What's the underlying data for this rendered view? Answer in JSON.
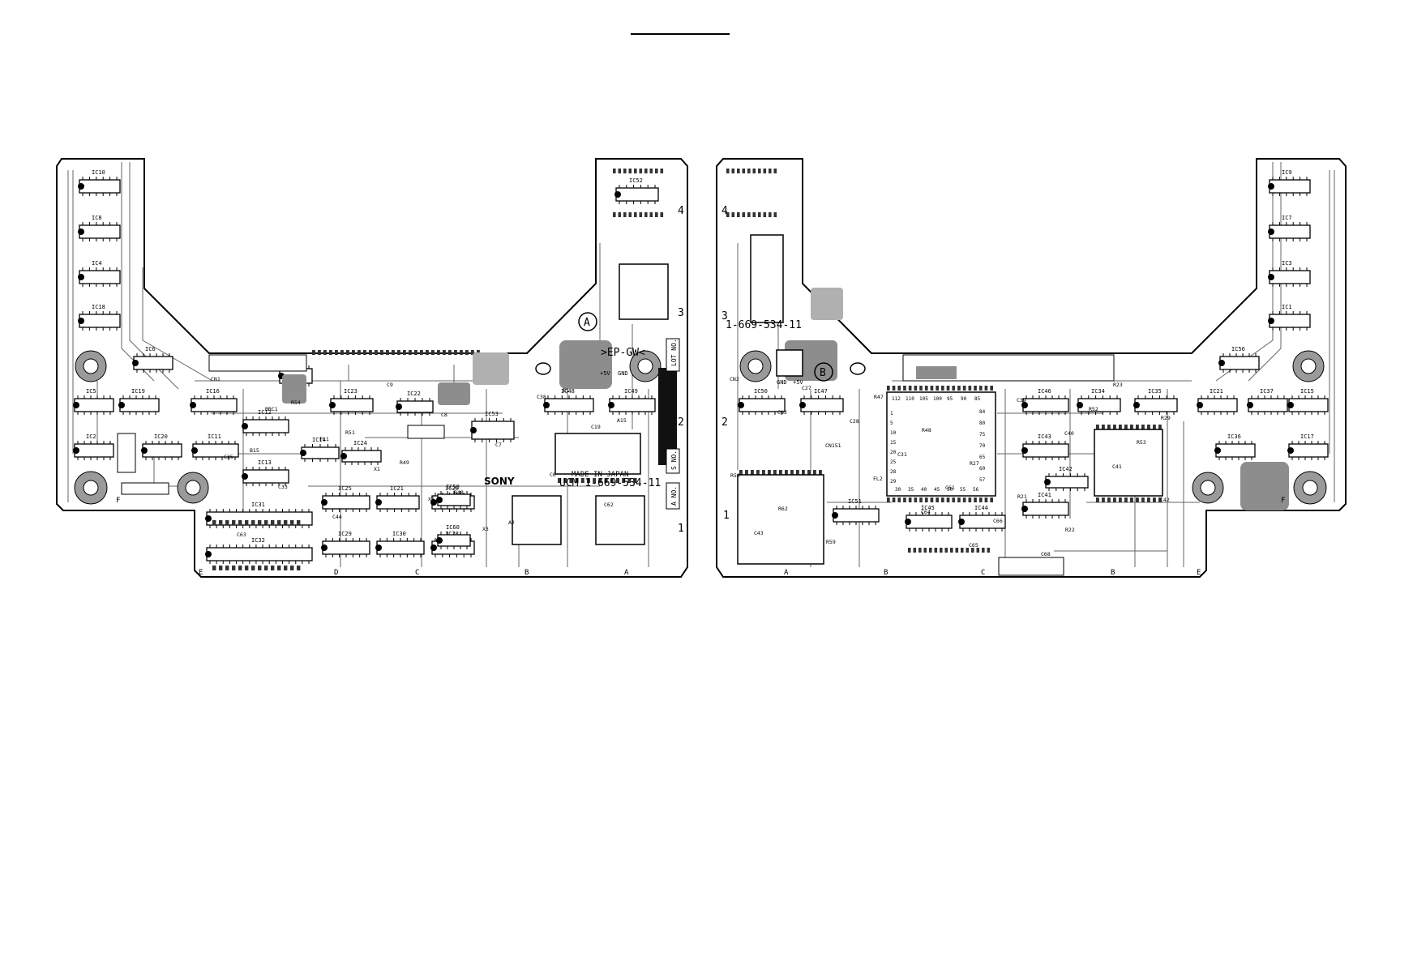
{
  "board_a": {
    "circle_label": "A",
    "sony_label": "SONY",
    "made_in": "MADE IN JAPAN",
    "part_number": "UCM 1-669-534-11",
    "ep_label": ">EP-GW<",
    "power_labels": [
      "+5V",
      "GND"
    ],
    "lot_no": "LOT NO.",
    "s_no": "S NO.",
    "a_no": "A NO.",
    "edge_numbers": [
      "4",
      "3",
      "2",
      "1"
    ],
    "edge_letters": [
      "E",
      "D",
      "C",
      "B",
      "A",
      "F"
    ],
    "chips": [
      "IC10",
      "IC8",
      "IC4",
      "IC18",
      "IC6",
      "IC5",
      "IC19",
      "IC20",
      "IC2",
      "IC16",
      "IC11",
      "IC12",
      "IC13",
      "IC14",
      "IC23",
      "IC24",
      "IC22",
      "IC21",
      "IC25",
      "IC29",
      "IC30",
      "IC26",
      "IC28",
      "IC27",
      "IC31",
      "IC32",
      "IC53",
      "IC52",
      "IC48",
      "IC49",
      "IC59",
      "IC60"
    ],
    "labels": [
      "CN1",
      "BRC1",
      "FL1",
      "X1",
      "X2",
      "X3",
      "C38",
      "C19",
      "C35",
      "C33",
      "C44",
      "C9",
      "C8",
      "C7",
      "C6",
      "C62",
      "C63",
      "R54",
      "R51",
      "R49",
      "R48",
      "A2",
      "B1",
      "A15",
      "B15"
    ]
  },
  "board_b": {
    "circle_label": "B",
    "part_number": "1-669-534-11",
    "power_labels": [
      "GND",
      "+5V"
    ],
    "edge_numbers": [
      "4",
      "3",
      "2",
      "1"
    ],
    "edge_letters": [
      "A",
      "B",
      "C",
      "B",
      "E",
      "F"
    ],
    "chips": [
      "IC9",
      "IC7",
      "IC3",
      "IC1",
      "IC56",
      "IC50",
      "IC47",
      "IC51",
      "IC46",
      "IC43",
      "IC34",
      "IC45",
      "IC44",
      "IC41",
      "IC42",
      "IC35",
      "IC21",
      "IC37",
      "IC15",
      "IC17",
      "IC36"
    ],
    "labels": [
      "CN2",
      "CN3",
      "CN151",
      "FL2",
      "C64",
      "C65",
      "C39",
      "C40",
      "C41",
      "C42",
      "C43",
      "C27",
      "C28",
      "C31",
      "C61",
      "C66",
      "C68",
      "R52",
      "R53",
      "R50",
      "R62",
      "R59",
      "R47",
      "R48",
      "R27",
      "R21",
      "R22",
      "R23",
      "R29"
    ],
    "pin_numbers": [
      "112",
      "110",
      "105",
      "100",
      "95",
      "90",
      "85",
      "84",
      "80",
      "75",
      "70",
      "65",
      "60",
      "57",
      "56",
      "55",
      "50",
      "45",
      "40",
      "35",
      "30",
      "29",
      "28",
      "25",
      "20",
      "15",
      "10",
      "5",
      "1"
    ]
  }
}
